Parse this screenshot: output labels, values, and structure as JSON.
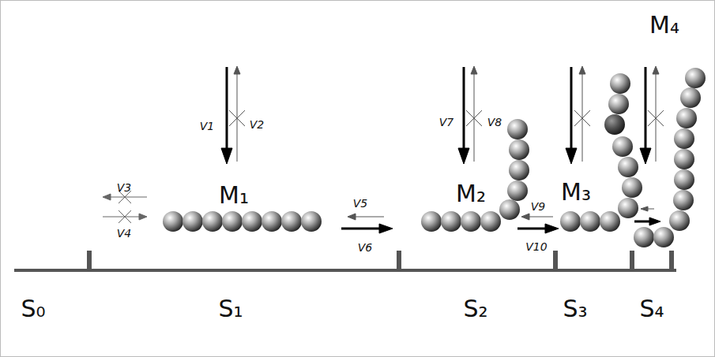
{
  "diagram": {
    "labels": [
      "V1",
      "V2",
      "M₁",
      "V3",
      "V4",
      "V5",
      "V6",
      "V7",
      "V8",
      "M₂",
      "V9",
      "V10",
      "M₃",
      "M₄",
      "S₀",
      "S₁",
      "S₂",
      "S₃",
      "S₄"
    ]
  }
}
